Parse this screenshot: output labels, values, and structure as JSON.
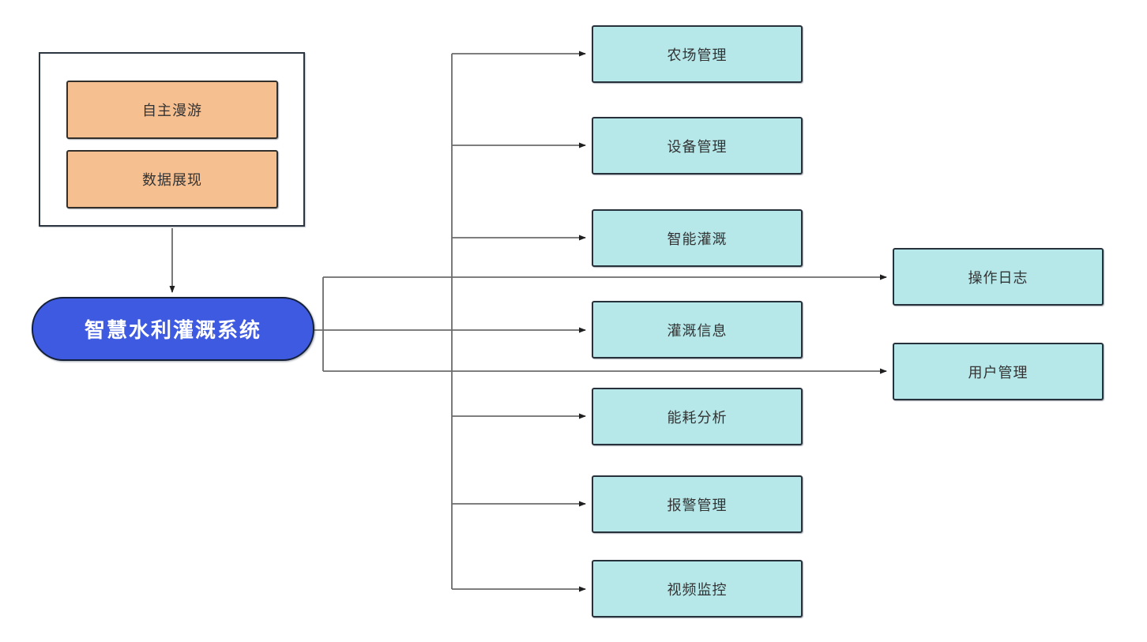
{
  "root_node": {
    "label": "智慧水利灌溉系统"
  },
  "viewer_panel": {
    "items": [
      {
        "label": "自主漫游"
      },
      {
        "label": "数据展现"
      }
    ]
  },
  "modules": [
    {
      "label": "农场管理"
    },
    {
      "label": "设备管理"
    },
    {
      "label": "智能灌溉"
    },
    {
      "label": "灌溉信息"
    },
    {
      "label": "能耗分析"
    },
    {
      "label": "报警管理"
    },
    {
      "label": "视频监控"
    }
  ],
  "admin_modules": [
    {
      "label": "操作日志"
    },
    {
      "label": "用户管理"
    }
  ],
  "colors": {
    "module_fill": "#b6e8ea",
    "module_border": "#26313c",
    "panel_item_fill": "#f6bf90",
    "root_fill": "#3e5ae1",
    "root_text": "#ffffff",
    "node_text": "#333333",
    "connector_line": "#6b6b6b",
    "arrowhead": "#1f1f1f",
    "background": "#ffffff"
  }
}
